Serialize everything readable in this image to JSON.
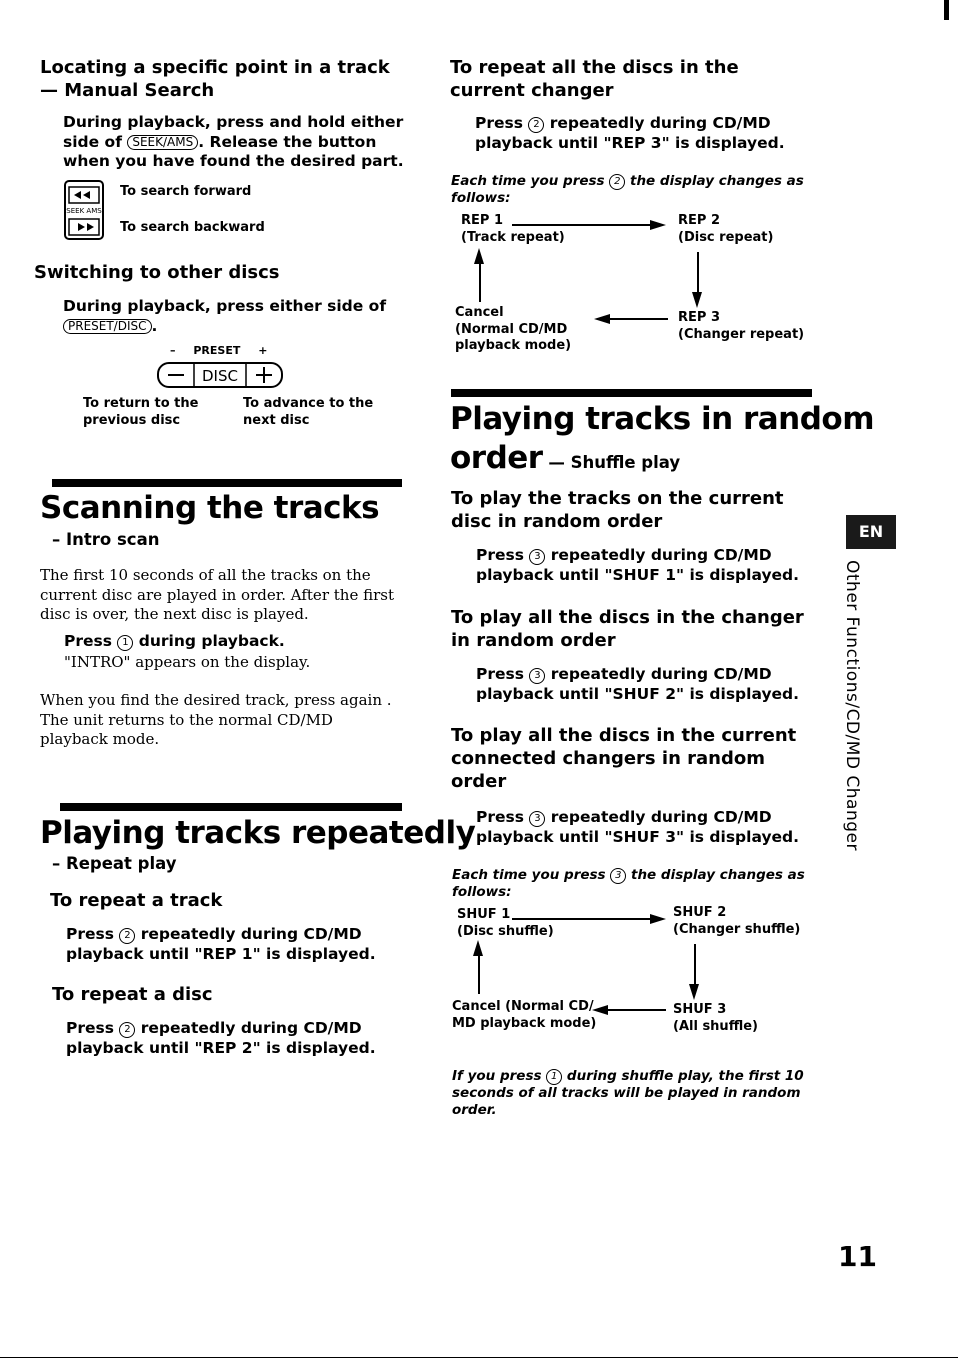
{
  "left": {
    "manual_title1": "Locating a specific point in a track",
    "manual_title2": "— Manual Search",
    "manual_body1": "During playback, press and hold either",
    "manual_body2a": "side of ",
    "manual_btn": "SEEK/AMS",
    "manual_body2b": ". Release the button",
    "manual_body3": "when you have found the desired part.",
    "seek_forward": "To search forward",
    "seek_backward": "To search backward",
    "seek_icon_text": "SEEK AMS",
    "switch_title": "Switching to other discs",
    "switch_body1": "During playback, press either side of",
    "switch_btn": "PRESET/DISC",
    "preset_label": "PRESET",
    "preset_minus": "–",
    "preset_plus": "+",
    "disc_label": "DISC",
    "return_label1": "To return to the",
    "return_label2": "previous disc",
    "advance_label1": "To advance to the",
    "advance_label2": "next disc",
    "scan_title": "Scanning the tracks",
    "scan_sub": "– Intro scan",
    "scan_p1": "The first 10 seconds of all the tracks on the",
    "scan_p2": "current disc are played in order. After the first",
    "scan_p3": "disc is over, the next disc is played.",
    "scan_press": "Press ",
    "scan_press_num": "1",
    "scan_press_end": " during playback.",
    "scan_intro": "\"INTRO\" appears on the display.",
    "scan_when1": "When you find the desired track, press again .",
    "scan_when2": "The unit returns to the normal CD/MD",
    "scan_when3": "playback mode.",
    "repeat_title": "Playing tracks repeatedly",
    "repeat_sub": "– Repeat play",
    "rep_track_title": "To repeat a track",
    "rep_track1a": "Press ",
    "rep_track_num": "2",
    "rep_track1b": " repeatedly during CD/MD",
    "rep_track2": "playback until \"REP 1\" is displayed.",
    "rep_disc_title": "To repeat a disc",
    "rep_disc1a": "Press ",
    "rep_disc_num": "2",
    "rep_disc1b": " repeatedly during CD/MD",
    "rep_disc2": "playback until \"REP 2\" is displayed."
  },
  "right": {
    "rep_all_title1": "To repeat all the discs in the",
    "rep_all_title2": "current changer",
    "rep_all1a": "Press ",
    "rep_all_num": "2",
    "rep_all1b": " repeatedly during CD/MD",
    "rep_all2": "playback until \"REP 3\" is displayed.",
    "each1a": "Each time you press ",
    "each1_num": "2",
    "each1b": " the display changes as",
    "each1c": "follows:",
    "rep1": "REP 1",
    "rep1_sub": "(Track repeat)",
    "rep2": "REP 2",
    "rep2_sub": "(Disc repeat)",
    "rep3": "REP 3",
    "rep3_sub": "(Changer repeat)",
    "cancel1": "Cancel",
    "cancel1_sub1": "(Normal CD/MD",
    "cancel1_sub2": "playback mode)",
    "random_title1": "Playing tracks in random",
    "random_title2": "order",
    "random_sub": " — Shuffle play",
    "shuf_cur_title1": "To play the tracks on the current",
    "shuf_cur_title2": "disc in random order",
    "shuf1a": "Press ",
    "shuf1_num": "3",
    "shuf1b": " repeatedly during CD/MD",
    "shuf1c": "playback until \"SHUF 1\" is displayed.",
    "shuf_all_title1": "To play all the discs in the changer",
    "shuf_all_title2": "in random order",
    "shuf2a": "Press ",
    "shuf2_num": "3",
    "shuf2b": " repeatedly during CD/MD",
    "shuf2c": "playback until \"SHUF 2\" is displayed.",
    "shuf_con_title1": "To play all the discs in the current",
    "shuf_con_title2": "connected changers in random",
    "shuf_con_title3": "order",
    "shuf3a": "Press ",
    "shuf3_num": "3",
    "shuf3b": " repeatedly during CD/MD",
    "shuf3c": "playback until \"SHUF 3\" is displayed.",
    "each2a": "Each time you press ",
    "each2_num": "3",
    "each2b": " the display changes as",
    "each2c": "follows:",
    "s1": "SHUF 1",
    "s1_sub": "(Disc shuffle)",
    "s2": "SHUF 2",
    "s2_sub": "(Changer shuffle)",
    "s3": "SHUF 3",
    "s3_sub": "(All shuffle)",
    "cancel2a": "Cancel (Normal CD/",
    "cancel2b": "MD playback mode)",
    "note1a": "If you press ",
    "note_num": "1",
    "note1b": " during shuffle play, the first 10",
    "note2": "seconds of all tracks will be played in random",
    "note3": "order."
  },
  "side": {
    "tab": "EN",
    "vertical": "Other Functions/CD/MD Changer"
  },
  "page_number": "11"
}
